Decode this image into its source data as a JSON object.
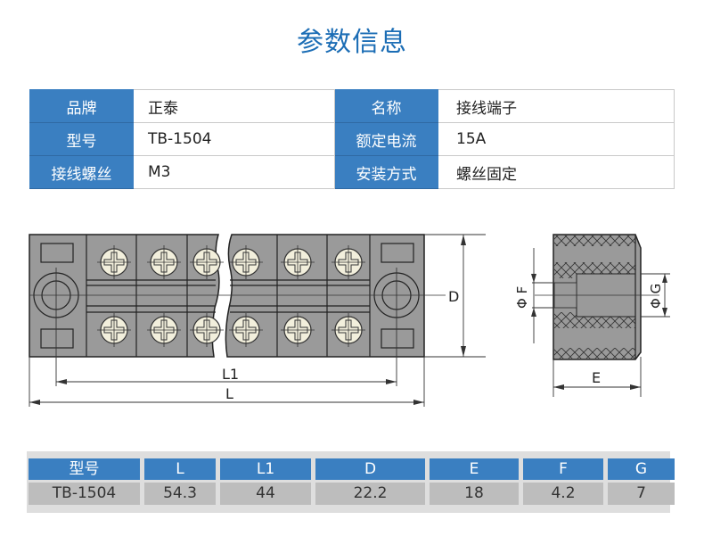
{
  "title": "参数信息",
  "specs": {
    "rows": [
      {
        "k1": "品牌",
        "v1": "正泰",
        "k2": "名称",
        "v2": "接线端子"
      },
      {
        "k1": "型号",
        "v1": "TB-1504",
        "k2": "额定电流",
        "v2": "15A"
      },
      {
        "k1": "接线螺丝",
        "v1": "M3",
        "k2": "安装方式",
        "v2": "螺丝固定"
      }
    ]
  },
  "diagram": {
    "labels": {
      "L1": "L1",
      "L": "L",
      "D": "D",
      "E": "E",
      "F": "Φ F",
      "G": "Φ G"
    }
  },
  "dimensions": {
    "headers": [
      "型号",
      "L",
      "L1",
      "D",
      "E",
      "F",
      "G"
    ],
    "values": [
      "TB-1504",
      "54.3",
      "44",
      "22.2",
      "18",
      "4.2",
      "7"
    ]
  },
  "colors": {
    "accent": "#3a7fc1",
    "title": "#1b6db5",
    "body_gray": "#9a9a9a",
    "screw": "#f2efdc"
  }
}
